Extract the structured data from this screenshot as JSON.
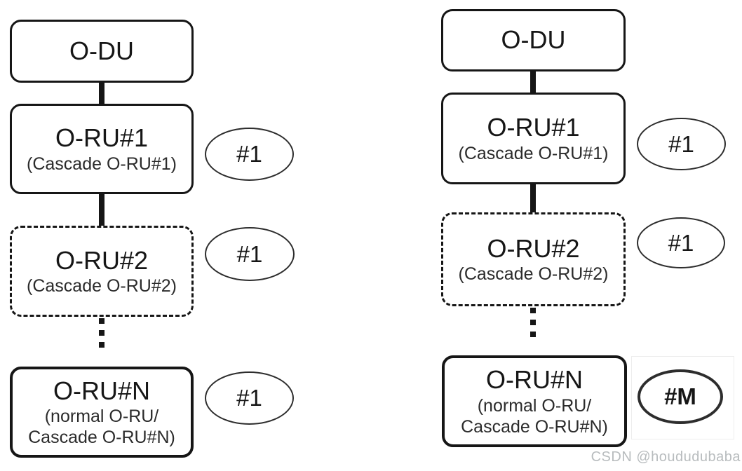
{
  "colors": {
    "stroke": "#161616",
    "background": "#ffffff",
    "watermark_gray": "#b8bcbe"
  },
  "left": {
    "odu_title": "O-DU",
    "ru1_title": "O-RU#1",
    "ru1_subtitle": "(Cascade O-RU#1)",
    "ru2_title": "O-RU#2",
    "ru2_subtitle": "(Cascade O-RU#2)",
    "run_title": "O-RU#N",
    "run_subtitle_line1": "(normal O-RU/",
    "run_subtitle_line2": "Cascade O-RU#N)",
    "count_oru1": "#1",
    "count_oru2": "#1",
    "count_orun": "#1"
  },
  "right": {
    "odu_title": "O-DU",
    "ru1_title": "O-RU#1",
    "ru1_subtitle": "(Cascade O-RU#1)",
    "ru2_title": "O-RU#2",
    "ru2_subtitle": "(Cascade O-RU#2)",
    "run_title": "O-RU#N",
    "run_subtitle_line1": "(normal O-RU/",
    "run_subtitle_line2": "Cascade O-RU#N)",
    "count_oru1": "#1",
    "count_oru2": "#1",
    "count_orun": "#M"
  },
  "watermark": "CSDN @hoududubaba"
}
